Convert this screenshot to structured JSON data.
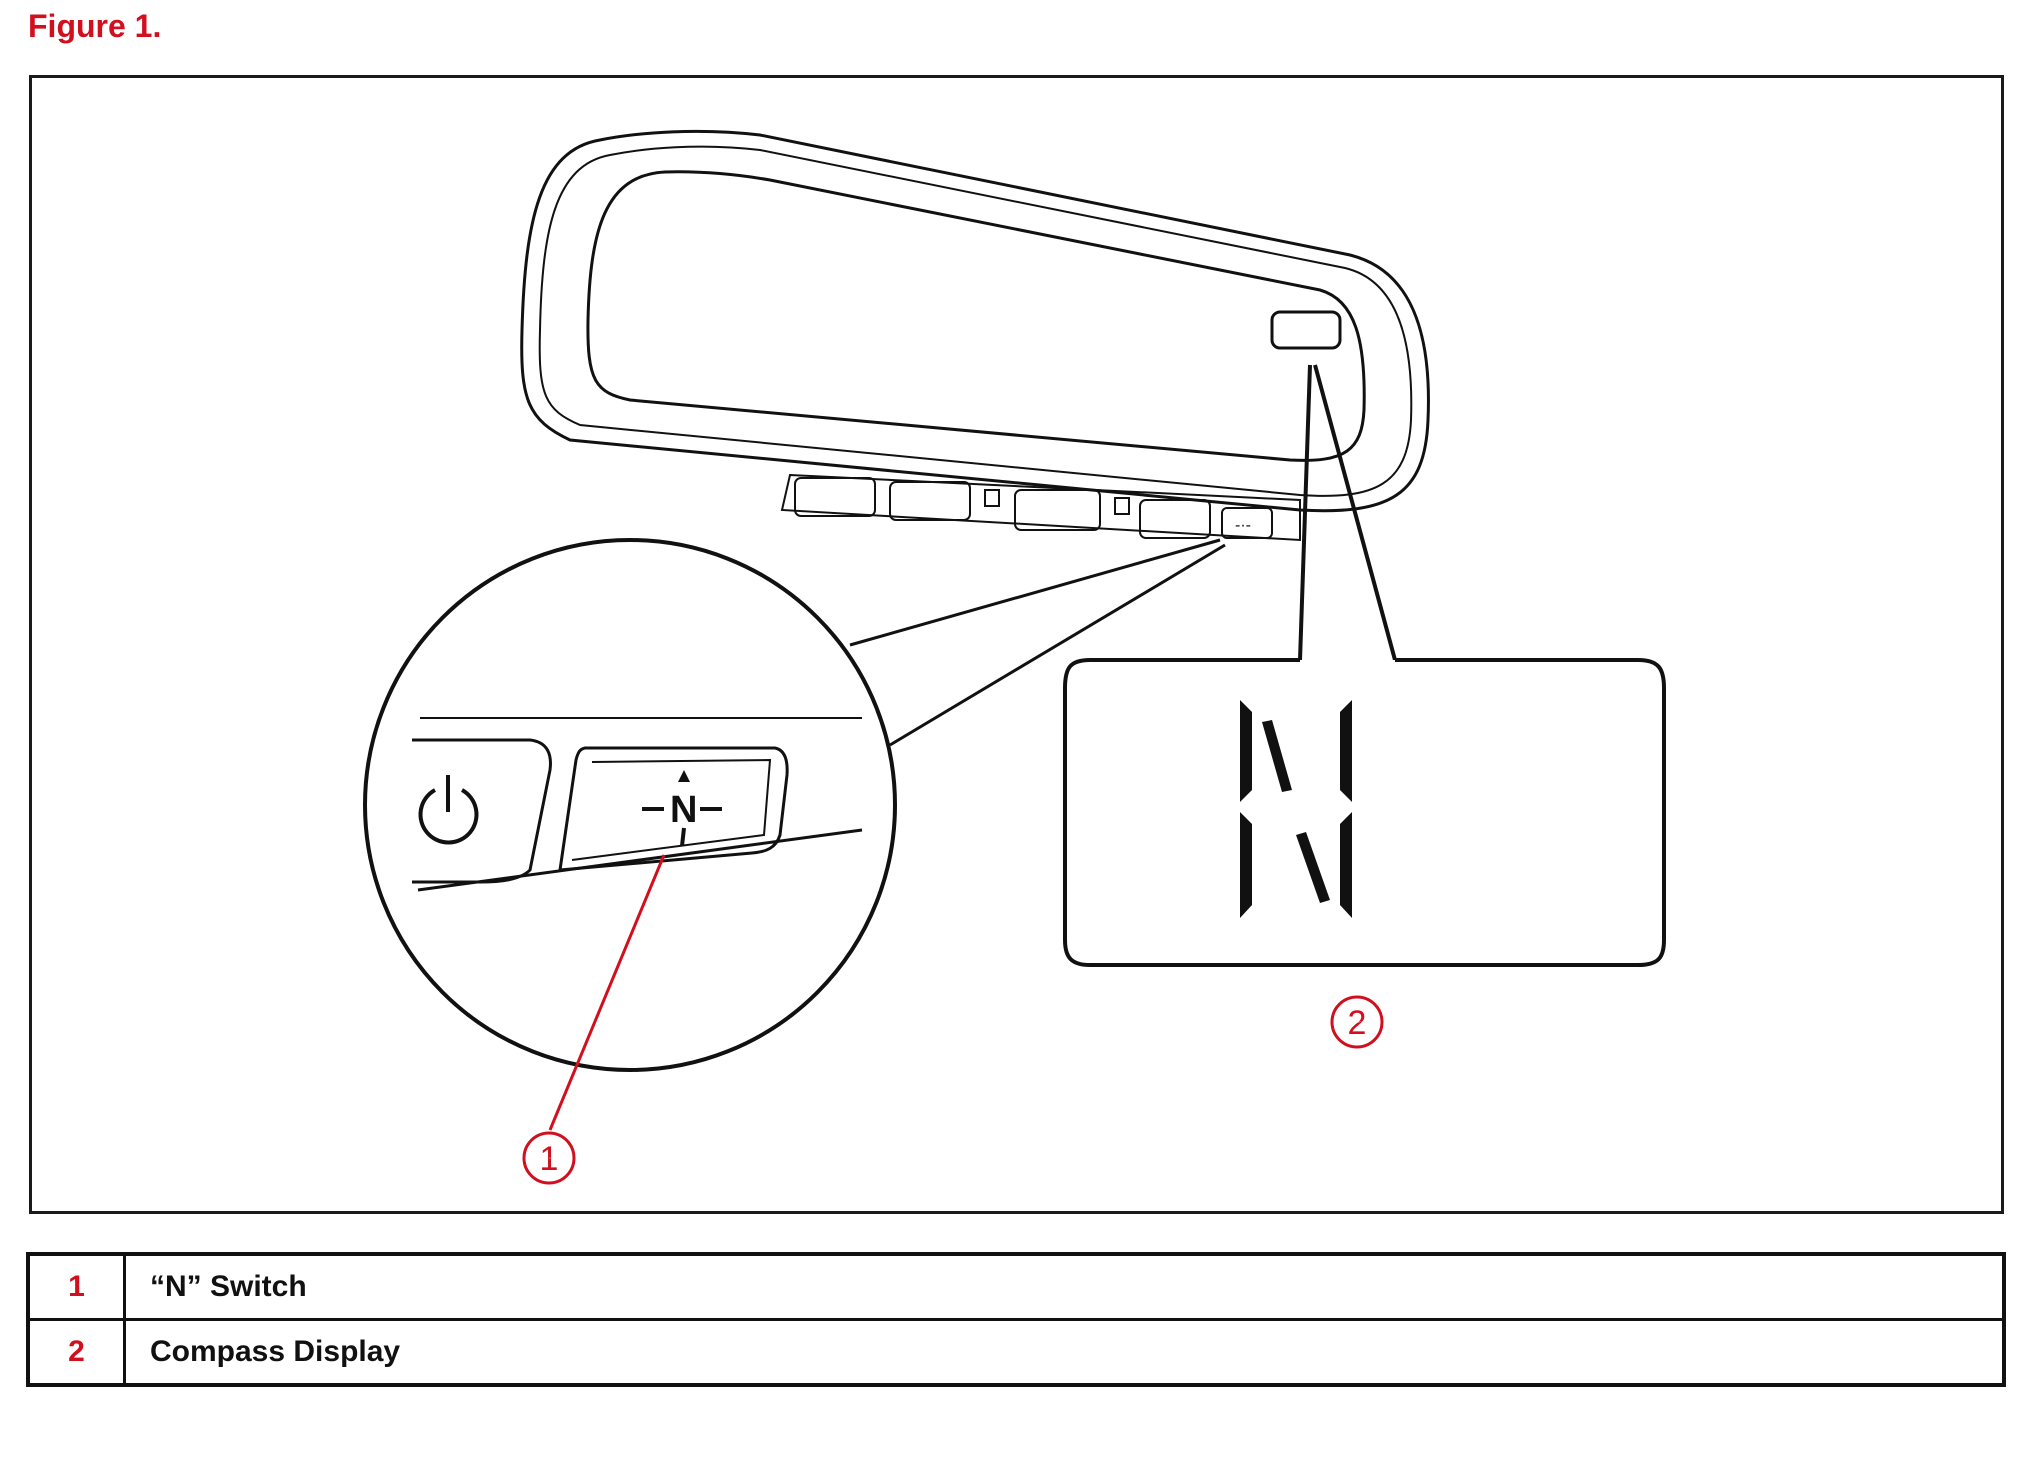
{
  "figure": {
    "title": "Figure 1.",
    "accent_color": "#d10f1f",
    "switch_label": "-N-",
    "display_letter": "N"
  },
  "callouts": [
    {
      "number": "1",
      "label": "“N” Switch"
    },
    {
      "number": "2",
      "label": "Compass Display"
    }
  ],
  "legend": {
    "rows": [
      {
        "number": "1",
        "description": "“N” Switch"
      },
      {
        "number": "2",
        "description": "Compass Display"
      }
    ]
  }
}
